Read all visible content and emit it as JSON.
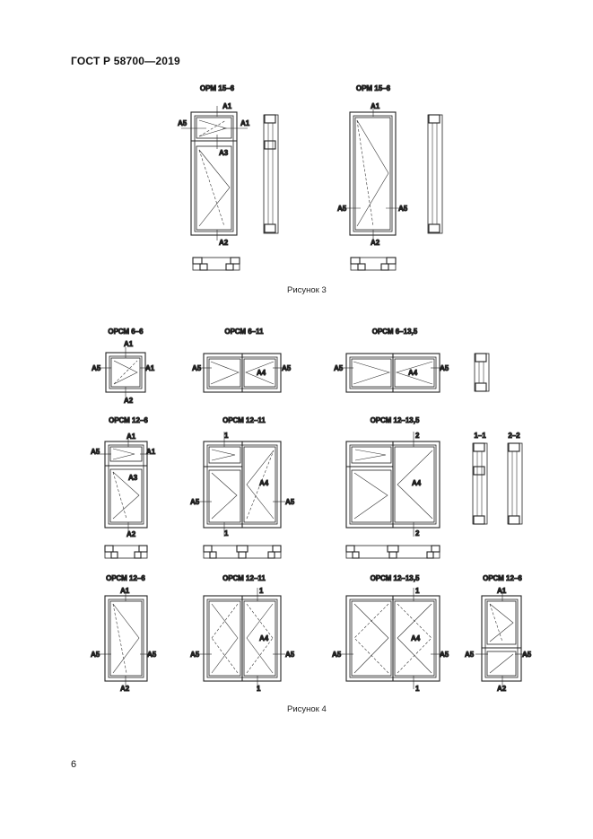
{
  "header": {
    "doc_code": "ГОСТ Р 58700—2019"
  },
  "page_number": "6",
  "figure3": {
    "caption": "Рисунок 3",
    "items": [
      {
        "title": "ОРМ 15–6",
        "labels": [
          "А1",
          "А5",
          "А1",
          "А3",
          "А2"
        ]
      },
      {
        "title": "ОРМ 15–6",
        "labels": [
          "А1",
          "А5",
          "А5",
          "А2"
        ]
      }
    ]
  },
  "figure4": {
    "caption": "Рисунок 4",
    "items": [
      {
        "title": "ОРСМ 6–6",
        "labels": [
          "А1",
          "А5",
          "А1",
          "А2"
        ]
      },
      {
        "title": "ОРСМ 6–11",
        "labels": [
          "А5",
          "А4",
          "А5"
        ]
      },
      {
        "title": "ОРСМ 6–13,5",
        "labels": [
          "А5",
          "А4",
          "А5"
        ]
      },
      {
        "title": "ОРСМ 12–6",
        "labels": [
          "А1",
          "А5",
          "А1",
          "А3",
          "А2"
        ]
      },
      {
        "title": "ОРСМ 12–11",
        "labels": [
          "1",
          "А4",
          "А5",
          "А5",
          "1"
        ]
      },
      {
        "title": "ОРСМ 12–13,5",
        "labels": [
          "2",
          "А4",
          "2"
        ]
      },
      {
        "title": "ОРСМ 12–6",
        "labels": [
          "А1",
          "А5",
          "А5",
          "А2"
        ]
      },
      {
        "title": "ОРСМ 12–11",
        "labels": [
          "1",
          "А4",
          "А5",
          "А5",
          "1"
        ]
      },
      {
        "title": "ОРСМ 12–13,5",
        "labels": [
          "1",
          "А4",
          "А5",
          "А5",
          "1"
        ]
      },
      {
        "title": "ОРСМ 12–6",
        "labels": [
          "А1",
          "А5",
          "А5",
          "А2"
        ]
      }
    ],
    "section_labels": [
      "1–1",
      "2–2"
    ]
  }
}
